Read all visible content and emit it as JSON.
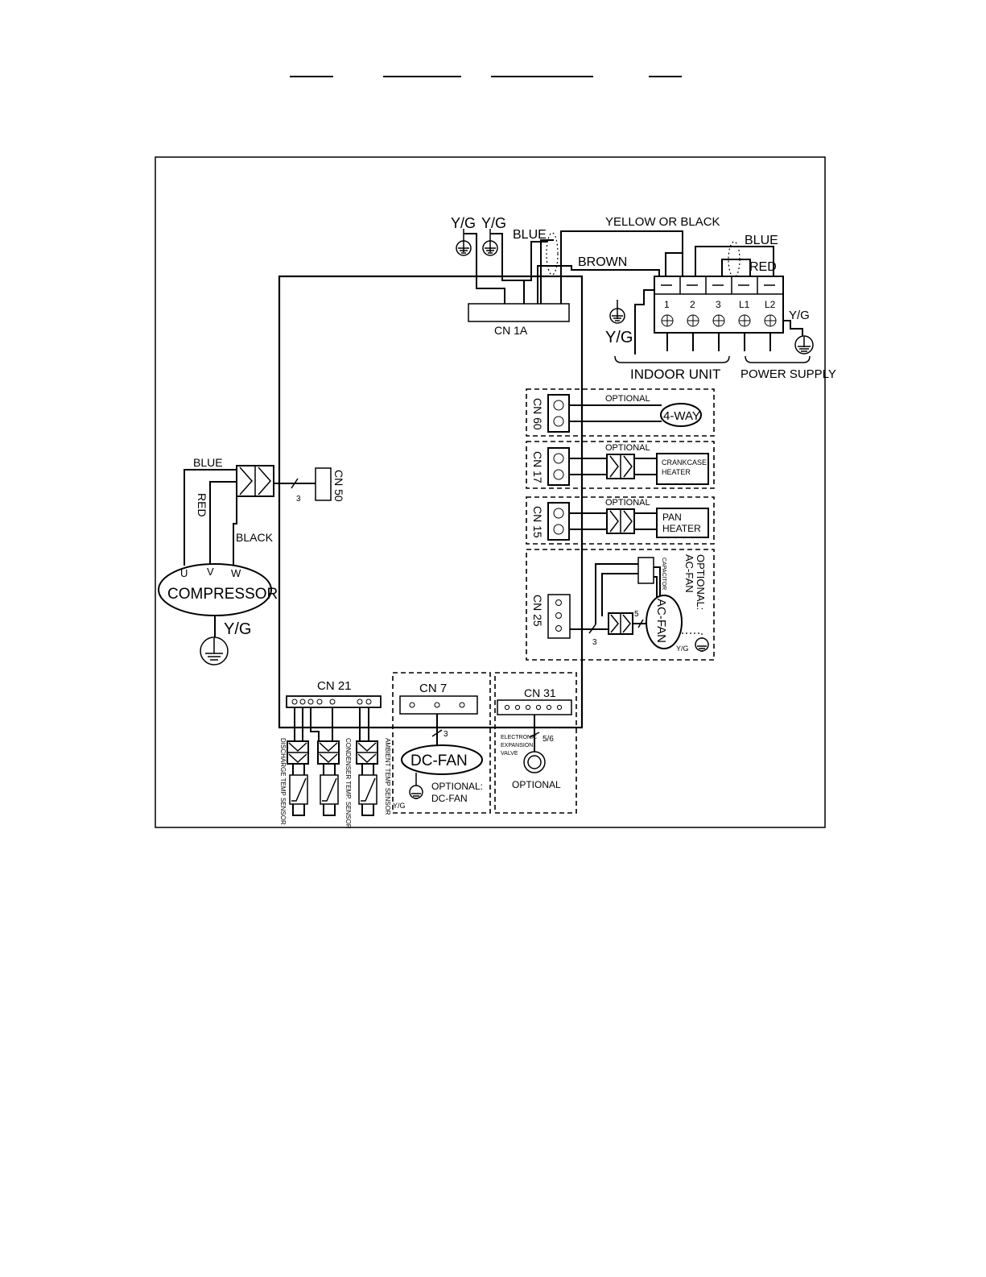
{
  "colors": {
    "ink": "#000000",
    "paper": "#ffffff"
  },
  "terminal": {
    "top_numbers": [
      "1",
      "2",
      "3",
      "L1",
      "L2"
    ],
    "indoor_unit": "INDOOR UNIT",
    "power_supply": "POWER SUPPLY"
  },
  "wires": {
    "yg1": "Y/G",
    "yg2": "Y/G",
    "yg_indoor": "Y/G",
    "yg_power": "Y/G",
    "yg_comp": "Y/G",
    "yg_acfan": "Y/G",
    "yg_dcfan": "Y/G",
    "blue_top": "BLUE",
    "yellow_black": "YELLOW OR BLACK",
    "brown": "BROWN",
    "blue_right": "BLUE",
    "red_right": "RED",
    "blue_comp": "BLUE",
    "red_comp": "RED",
    "black_comp": "BLACK"
  },
  "connectors": {
    "cn1a": "CN 1A",
    "cn60": "CN 60",
    "cn17": "CN 17",
    "cn15": "CN 15",
    "cn25": "CN 25",
    "cn50": "CN 50",
    "cn21": "CN 21",
    "cn7": "CN 7",
    "cn31": "CN 31"
  },
  "components": {
    "optional": "OPTIONAL",
    "four_way": "4-WAY",
    "crankcase_1": "CRANKCASE",
    "crankcase_2": "HEATER",
    "pan_1": "PAN",
    "pan_2": "HEATER",
    "capacitor": "CAPACITOR",
    "optional_acfan_1": "OPTIONAL:",
    "optional_acfan_2": "AC-FAN",
    "ac_fan": "AC-FAN",
    "compressor": "COMPRESSOR",
    "u": "U",
    "v": "V",
    "w": "W",
    "dc_fan": "DC-FAN",
    "optional_dcfan_1": "OPTIONAL:",
    "optional_dcfan_2": "DC-FAN",
    "eev_1": "ELECTRONIC",
    "eev_2": "EXPANSION",
    "eev_3": "VALVE",
    "sensor_discharge": "DISCHARGE TEMP SENSOR",
    "sensor_condenser": "CONDENSER TEMP. SENSOR",
    "sensor_ambient": "AMBIENT TEMP SENSOR"
  },
  "counts": {
    "three_a": "3",
    "three_b": "3",
    "three_c": "3",
    "five": "5",
    "five_six": "5/6"
  }
}
